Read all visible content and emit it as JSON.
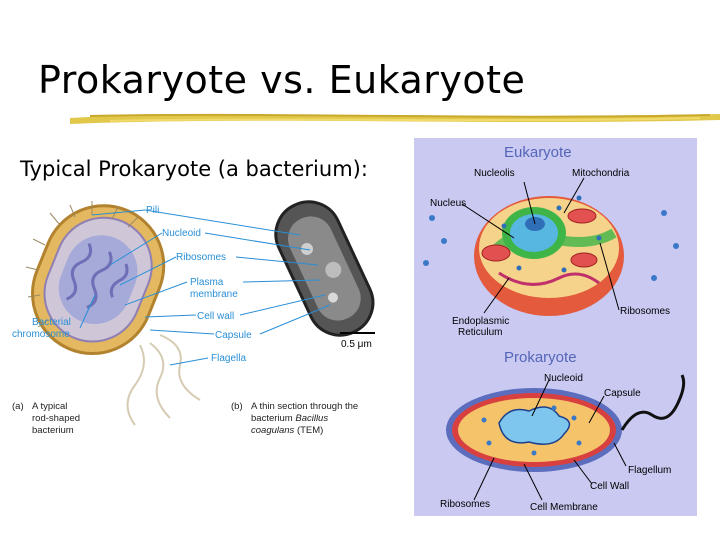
{
  "slide": {
    "title": "Prokaryote vs. Eukaryote",
    "subtitle": "Typical Prokaryote (a bacterium):"
  },
  "left_figure": {
    "labels": {
      "pili": "Pili",
      "nucleoid": "Nucleoid",
      "ribosomes": "Ribosomes",
      "plasma_membrane_1": "Plasma",
      "plasma_membrane_2": "membrane",
      "cell_wall": "Cell wall",
      "capsule": "Capsule",
      "flagella": "Flagella",
      "bacterial_chromosome_1": "Bacterial",
      "bacterial_chromosome_2": "chromosome",
      "scale": "0.5 μm"
    },
    "caption_a": {
      "marker": "(a)",
      "line1": "A typical",
      "line2": "rod-shaped",
      "line3": "bacterium"
    },
    "caption_b": {
      "marker": "(b)",
      "line1": "A thin section through the",
      "line2a": "bacterium ",
      "line2b": "Bacillus",
      "line3a": "coagulans",
      "line3b": " (TEM)"
    }
  },
  "right_figure": {
    "background": "#c9c9f2",
    "eukaryote": {
      "heading": "Eukaryote",
      "nucleolis": "Nucleolis",
      "mitochondria": "Mitochondria",
      "nucleus": "Nucleus",
      "er_1": "Endoplasmic",
      "er_2": "Reticulum",
      "ribosomes": "Ribosomes"
    },
    "prokaryote": {
      "heading": "Prokaryote",
      "nucleoid": "Nucleoid",
      "capsule": "Capsule",
      "flagellum": "Flagellum",
      "cell_wall": "Cell Wall",
      "ribosomes": "Ribosomes",
      "cell_membrane": "Cell Membrane"
    },
    "heading_color": "#5566b8"
  }
}
